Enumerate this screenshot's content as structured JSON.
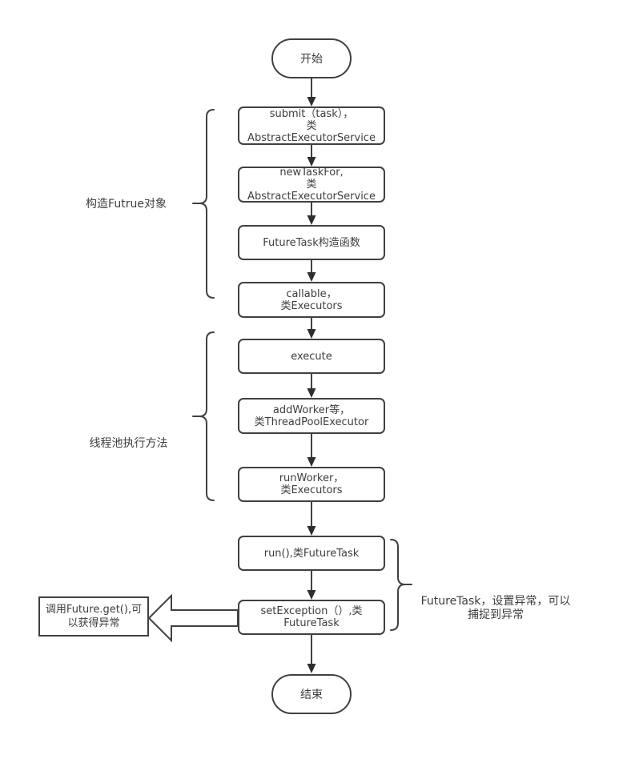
{
  "diagram": {
    "start": {
      "label": "开始"
    },
    "end": {
      "label": "结束"
    },
    "boxes": [
      {
        "id": "submit",
        "lines": [
          "submit（task），",
          "类",
          "AbstractExecutorService"
        ]
      },
      {
        "id": "newtaskfor",
        "lines": [
          "newTaskFor,",
          "类",
          "AbstractExecutorService"
        ]
      },
      {
        "id": "futuretask-constructor",
        "lines": [
          "FutureTask构造函数"
        ]
      },
      {
        "id": "callable",
        "lines": [
          "callable，",
          "类Executors"
        ]
      },
      {
        "id": "execute",
        "lines": [
          "execute"
        ]
      },
      {
        "id": "addworker",
        "lines": [
          "addWorker等，",
          "类ThreadPoolExecutor"
        ]
      },
      {
        "id": "runworker",
        "lines": [
          "runWorker，",
          "类Executors"
        ]
      },
      {
        "id": "run",
        "lines": [
          "run(),类FutureTask"
        ]
      },
      {
        "id": "setexception",
        "lines": [
          "setException（）,类",
          "FutureTask"
        ]
      }
    ],
    "callout_box": {
      "lines": [
        "调用Future.get(),可",
        "以获得异常"
      ]
    },
    "labels": {
      "left_top": "构造Futrue对象",
      "left_middle": "线程池执行方法",
      "right": {
        "lines": [
          "FutureTask，设置异常，可以",
          "捕捉到异常"
        ]
      }
    },
    "colors": {
      "stroke": "#404040",
      "text": "#3d3d3d",
      "background": "#ffffff"
    }
  }
}
